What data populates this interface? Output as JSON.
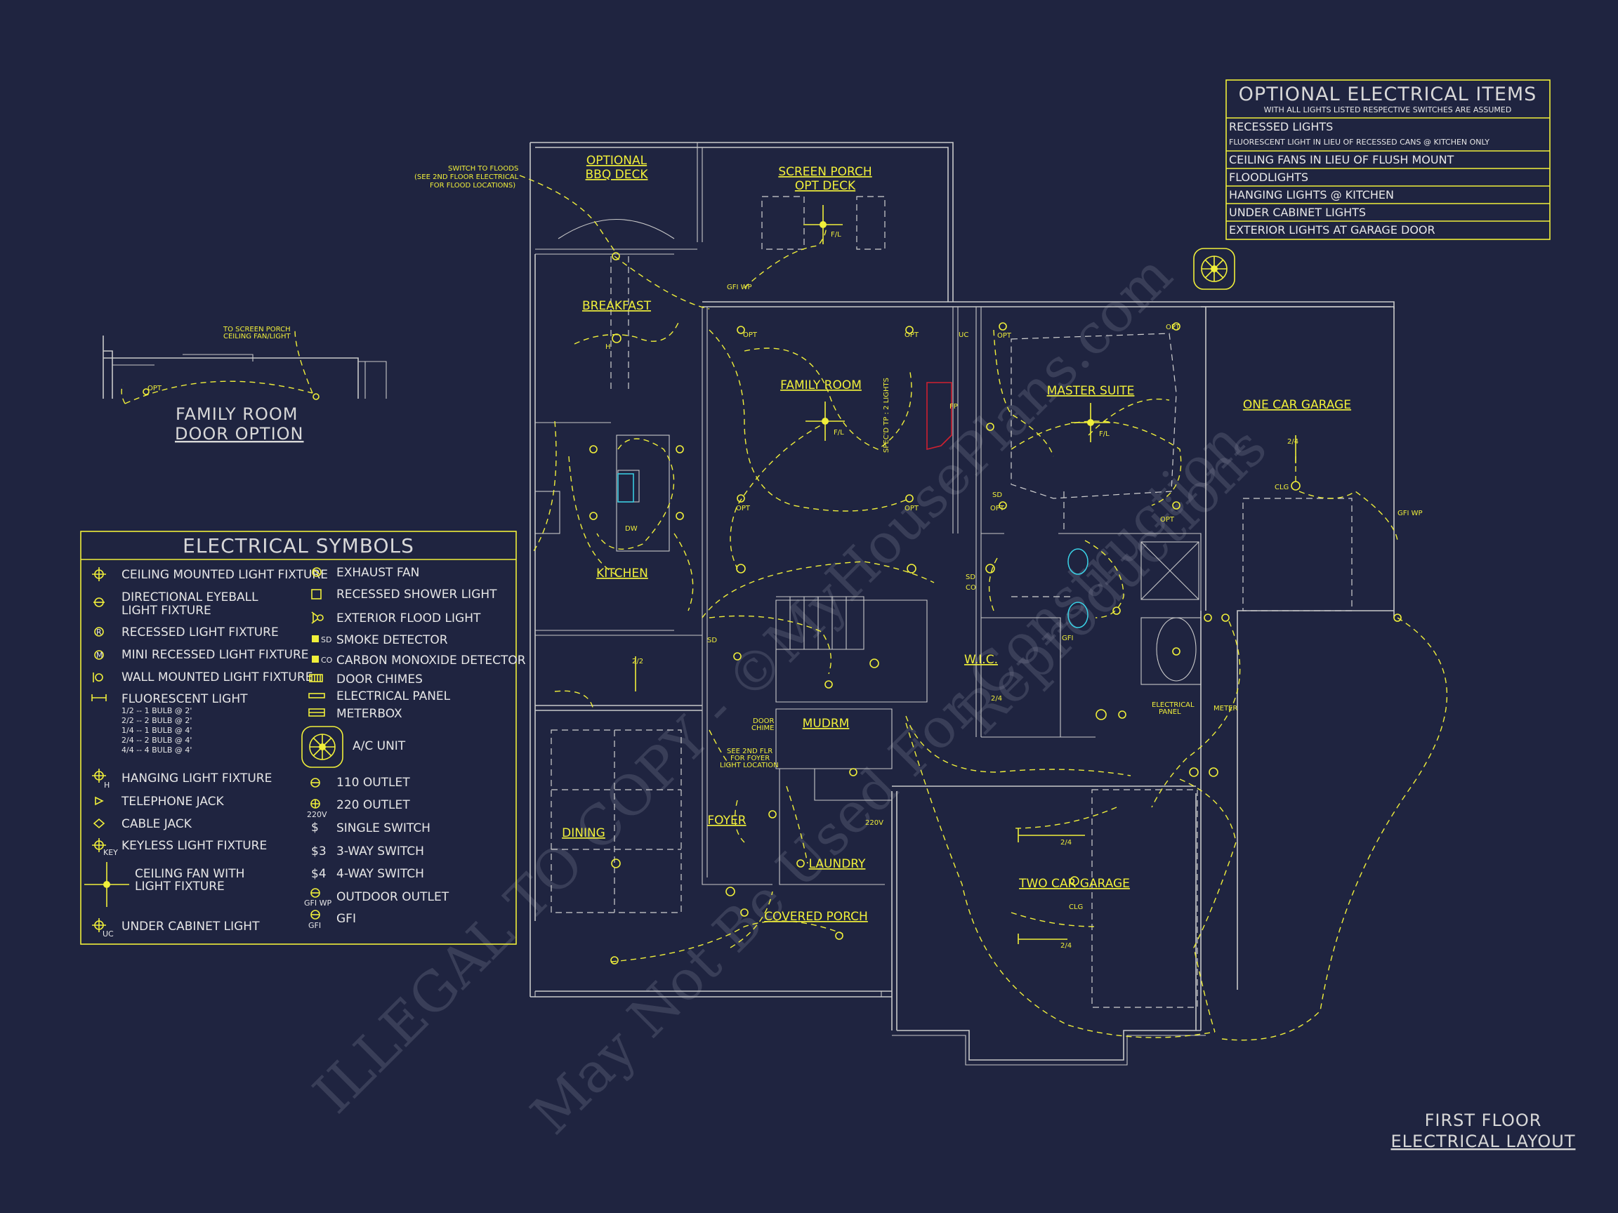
{
  "title": {
    "line1": "FIRST FLOOR",
    "line2": "ELECTRICAL LAYOUT"
  },
  "watermark": {
    "line1": "ILLEGAL TO COPY - ©MyHousePlans.com",
    "line2": "May Not Be Used For Construction",
    "line3": "Reproductions"
  },
  "optional_items": {
    "title": "OPTIONAL ELECTRICAL ITEMS",
    "subtitle": "WITH ALL LIGHTS LISTED RESPECTIVE SWITCHES ARE ASSUMED",
    "items": [
      "RECESSED LIGHTS",
      "FLUORESCENT LIGHT IN LIEU OF RECESSED CANS @ KITCHEN ONLY",
      "CEILING FANS IN LIEU OF FLUSH MOUNT",
      "FLOODLIGHTS",
      "HANGING LIGHTS @ KITCHEN",
      "UNDER CABINET LIGHTS",
      "EXTERIOR LIGHTS AT GARAGE DOOR"
    ]
  },
  "door_option": {
    "line1": "FAMILY ROOM",
    "line2": "DOOR OPTION",
    "note1": "TO SCREEN PORCH",
    "note2": "CEILING FAN/LIGHT",
    "opt": "OPT"
  },
  "symbols_legend": {
    "title": "ELECTRICAL SYMBOLS",
    "left": [
      "CEILING MOUNTED LIGHT FIXTURE",
      "DIRECTIONAL EYEBALL",
      "LIGHT FIXTURE",
      "RECESSED LIGHT FIXTURE",
      "MINI RECESSED LIGHT FIXTURE",
      "WALL MOUNTED LIGHT FIXTURE",
      "FLUORESCENT LIGHT",
      "HANGING LIGHT FIXTURE",
      "TELEPHONE JACK",
      "CABLE JACK",
      "KEYLESS LIGHT FIXTURE",
      "CEILING FAN WITH",
      "LIGHT FIXTURE",
      "UNDER CABINET LIGHT"
    ],
    "fluor_sub": [
      "1/2 -- 1 BULB @ 2'",
      "2/2 -- 2 BULB @ 2'",
      "1/4 -- 1 BULB @ 4'",
      "2/4 -- 2 BULB @ 4'",
      "4/4 -- 4 BULB @ 4'"
    ],
    "right": [
      "EXHAUST FAN",
      "RECESSED SHOWER LIGHT",
      "EXTERIOR FLOOD LIGHT",
      "SMOKE DETECTOR",
      "CARBON MONOXIDE DETECTOR",
      "DOOR CHIMES",
      "ELECTRICAL PANEL",
      "METERBOX",
      "A/C UNIT",
      "110 OUTLET",
      "220 OUTLET",
      "SINGLE SWITCH",
      "3-WAY SWITCH",
      "4-WAY SWITCH",
      "OUTDOOR OUTLET",
      "GFI"
    ],
    "marks": {
      "sd": "SD",
      "co": "CO",
      "key": "KEY",
      "uc": "UC",
      "h": "H",
      "s": "$",
      "s3": "$3",
      "s4": "$4",
      "v220": "220V",
      "gfiwp": "GFI WP",
      "gfi": "GFI"
    }
  },
  "rooms": {
    "optional_bbq_1": "OPTIONAL",
    "optional_bbq_2": "BBQ DECK",
    "screen_porch_1": "SCREEN PORCH",
    "screen_porch_2": "OPT DECK",
    "breakfast": "BREAKFAST",
    "family_room": "FAMILY ROOM",
    "master_suite": "MASTER SUITE",
    "one_car_garage": "ONE CAR GARAGE",
    "kitchen": "KITCHEN",
    "wic": "W.I.C.",
    "mudrm": "MUDRM",
    "dining": "DINING",
    "foyer": "FOYER",
    "laundry": "LAUNDRY",
    "two_car_garage": "TWO CAR GARAGE",
    "covered_porch": "COVERED PORCH"
  },
  "notes": {
    "floods1": "SWITCH TO FLOODS",
    "floods2": "(SEE 2ND FLOOR ELECTRICAL",
    "floods3": "FOR FLOOD LOCATIONS)",
    "foyer1": "SEE 2ND FLR",
    "foyer2": "FOR FOYER",
    "foyer3": "LIGHT LOCATION",
    "door_chime1": "DOOR",
    "door_chime2": "CHIME",
    "elec_panel1": "ELECTRICAL",
    "elec_panel2": "PANEL",
    "meter": "METER",
    "fl": "F/L",
    "opt": "OPT",
    "gfi_wp": "GFI WP",
    "sd": "SD",
    "co": "CO",
    "clg": "CLG",
    "v220": "220V",
    "gfi": "GFI",
    "fp": "FP",
    "dw": "DW",
    "uc": "UC",
    "h": "H",
    "tube_24": "2/4",
    "tube_22": "2/2",
    "spec_note": "SPEC'D TP : 2 LIGHTS"
  }
}
